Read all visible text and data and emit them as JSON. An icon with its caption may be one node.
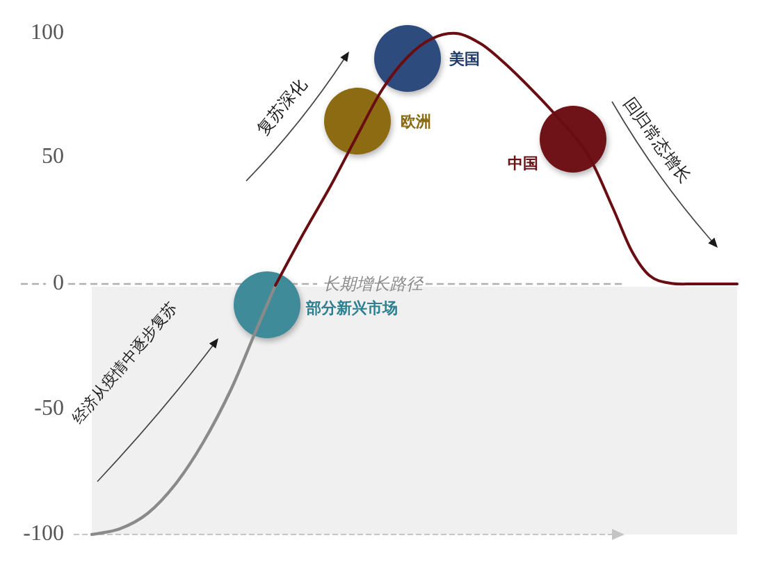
{
  "diagram": {
    "nodes": [
      {
        "text": [],
        "shape": "circle",
        "beside": [
          "美国"
        ]
      },
      {
        "text": [],
        "shape": "circle",
        "beside": [
          "欧洲"
        ]
      },
      {
        "text": [],
        "shape": "circle",
        "beside": [
          "中国"
        ]
      },
      {
        "text": [],
        "shape": "circle",
        "beside": [
          "部分新兴市场"
        ]
      }
    ],
    "labels": [
      "100",
      "50",
      "0",
      "-50",
      "-100",
      "复苏深化",
      "回归常态增长",
      "长期增长路径",
      "经济从疫情中逐步复苏"
    ]
  }
}
